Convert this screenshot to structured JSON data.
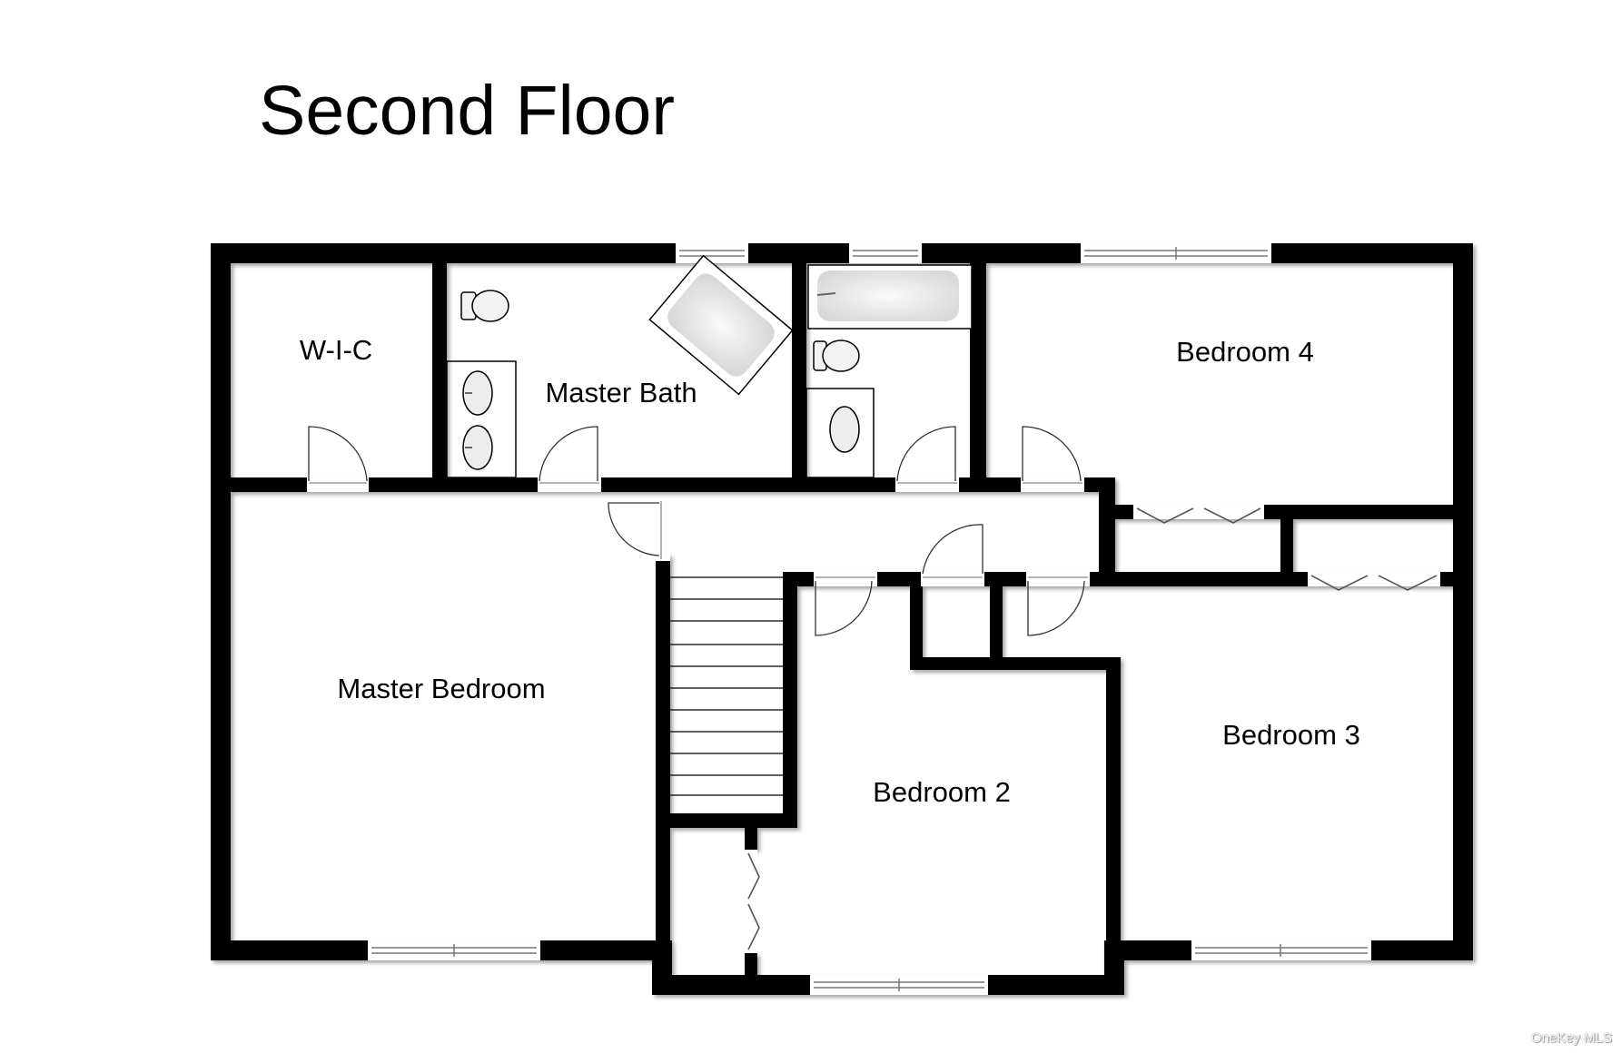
{
  "title": "Second Floor",
  "watermark": "OneKey MLS",
  "colors": {
    "wall": "#000000",
    "background": "#ffffff",
    "fixture": "#e6e6e6"
  },
  "rooms": [
    {
      "id": "wic",
      "label": "W-I-C"
    },
    {
      "id": "master-bath",
      "label": "Master Bath"
    },
    {
      "id": "bedroom-4",
      "label": "Bedroom 4"
    },
    {
      "id": "master-bedroom",
      "label": "Master Bedroom"
    },
    {
      "id": "bedroom-2",
      "label": "Bedroom 2"
    },
    {
      "id": "bedroom-3",
      "label": "Bedroom 3"
    }
  ]
}
